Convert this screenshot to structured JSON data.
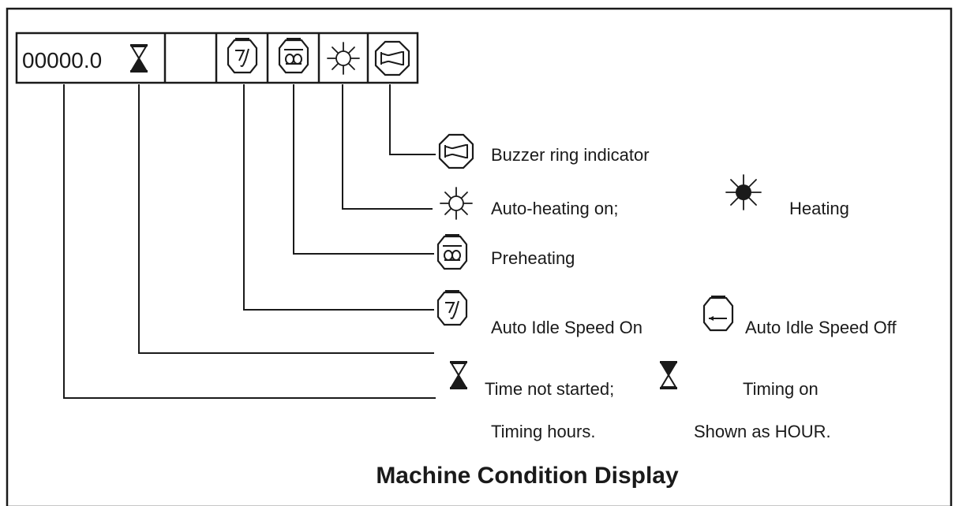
{
  "display": {
    "hour_value": "00000.0"
  },
  "legend": {
    "buzzer": "Buzzer ring indicator",
    "auto_heating_on": "Auto-heating on;",
    "heating": "Heating",
    "preheating": "Preheating",
    "auto_idle_on": "Auto Idle Speed On",
    "auto_idle_off": "Auto Idle Speed Off",
    "time_not_started": "Time not started;",
    "timing_on": "Timing on",
    "timing_hours": "Timing hours.",
    "shown_as_hour": "Shown as HOUR."
  },
  "title": "Machine Condition Display",
  "icons": [
    "hourglass-empty-icon",
    "auto-idle-icon",
    "preheat-coil-icon",
    "sun-icon",
    "buzzer-horn-icon",
    "heating-dark-sun-icon",
    "hourglass-filled-icon",
    "auto-idle-off-arrow-icon"
  ],
  "colors": {
    "ink": "#1a1a1a",
    "background": "#ffffff"
  }
}
